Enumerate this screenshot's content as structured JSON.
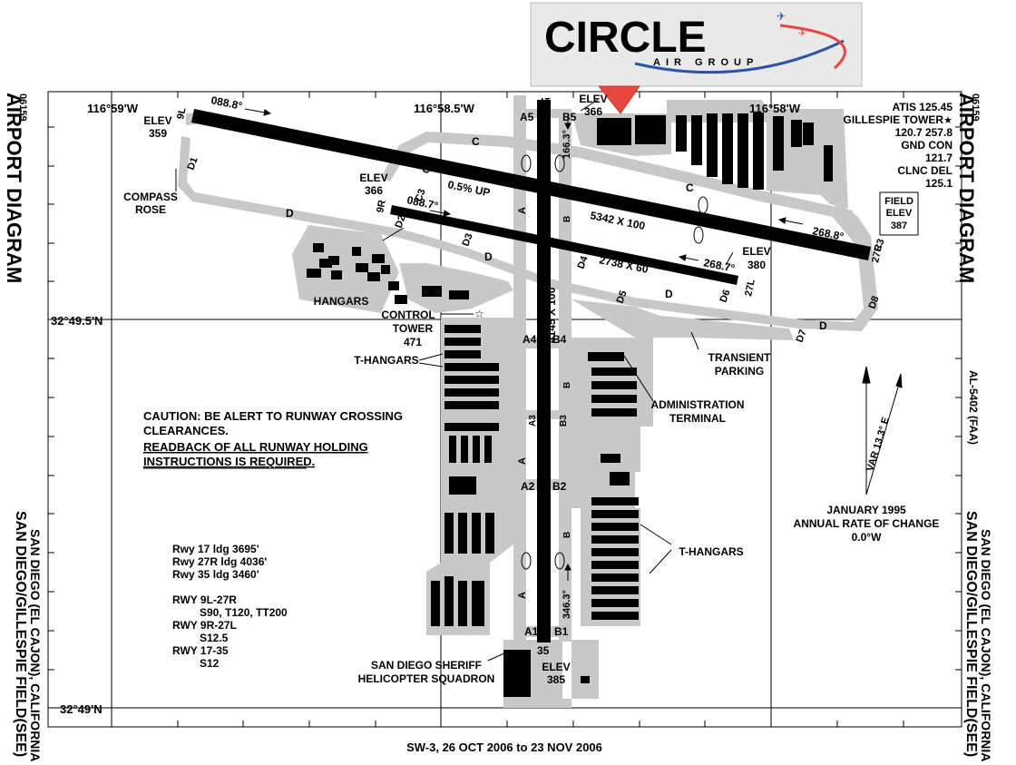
{
  "logo": {
    "name": "CIRCLE",
    "sub": "AIR GROUP"
  },
  "header": {
    "code_left": "06159",
    "code_right": "06159",
    "title_left": "AIRPORT DIAGRAM",
    "title_right": "AIRPORT DIAGRAM",
    "faa_ref": "AL-5402 (FAA)",
    "location_left": "SAN DIEGO/GILLESPIE FIELD(SEE)",
    "location_left2": "SAN DIEGO (EL CAJON), CALIFORNIA",
    "location_right": "SAN DIEGO/GILLESPIE FIELD(SEE)",
    "location_right2": "SAN DIEGO (EL CAJON), CALIFORNIA"
  },
  "coordinates": {
    "lon1": "116°59'W",
    "lon2": "116°58.5'W",
    "lon3": "116°58'W",
    "lat1": "32°49.5'N",
    "lat2": "32°49'N"
  },
  "frequencies": {
    "atis": "ATIS 125.45",
    "tower": "GILLESPIE TOWER",
    "tower_freqs": "120.7 257.8",
    "gnd_label": "GND CON",
    "gnd_freq": "121.7",
    "clnc_label": "CLNC DEL",
    "clnc_freq": "125.1"
  },
  "field_elevation": {
    "label1": "FIELD",
    "label2": "ELEV",
    "value": "387"
  },
  "elevations": {
    "e359_label": "ELEV",
    "e359": "359",
    "e366a_label": "ELEV",
    "e366a": "366",
    "e366b_label": "ELEV",
    "e366b": "366",
    "e380_label": "ELEV",
    "e380": "380",
    "e385_label": "ELEV",
    "e385": "385"
  },
  "runways": {
    "r9r_27l": {
      "dims": "2738 X 60",
      "hdg_west": "088.7°",
      "hdg_east": "268.7°",
      "end_w": "9R",
      "end_e": "27L"
    },
    "r9l_27r": {
      "dims": "5342 X 100",
      "hdg_west": "088.8°",
      "hdg_east": "268.8°",
      "end_w": "9L",
      "end_e": "27R",
      "slope": "0.5% UP"
    },
    "r17_35": {
      "dims": "4145 X 100",
      "hdg_north": "166.3°",
      "hdg_south": "346.3°",
      "end_n": "17",
      "end_s": "35"
    }
  },
  "taxiways": {
    "A": "A",
    "B": "B",
    "C": "C",
    "D": "D",
    "A1": "A1",
    "A2": "A2",
    "A3": "A3",
    "A4": "A4",
    "A5": "A5",
    "B1": "B1",
    "B2": "B2",
    "B3": "B3",
    "B4": "B4",
    "B5": "B5",
    "C2": "C2",
    "C3": "C3",
    "C3e": "C3",
    "D1": "D1",
    "D2": "D2",
    "D3": "D3",
    "D4": "D4",
    "D5": "D5",
    "D6": "D6",
    "D7": "D7",
    "D8": "D8"
  },
  "labels": {
    "compass_rose1": "COMPASS",
    "compass_rose2": "ROSE",
    "hangars": "HANGARS",
    "control1": "CONTROL",
    "control2": "TOWER",
    "control3": "471",
    "thangars_left": "T-HANGARS",
    "thangars_right": "T-HANGARS",
    "transient1": "TRANSIENT",
    "transient2": "PARKING",
    "admin1": "ADMINISTRATION",
    "admin2": "TERMINAL",
    "sheriff1": "SAN DIEGO SHERIFF",
    "sheriff2": "HELICOPTER SQUADRON"
  },
  "caution": {
    "line1": "CAUTION: BE ALERT TO RUNWAY CROSSING",
    "line2": "CLEARANCES.",
    "line3": "READBACK OF ALL RUNWAY HOLDING",
    "line4": "INSTRUCTIONS IS REQUIRED."
  },
  "landing_distances": {
    "line1": "Rwy 17 ldg 3695'",
    "line2": "Rwy 27R ldg 4036'",
    "line3": "Rwy 35 ldg 3460'"
  },
  "weight_bearing": {
    "r1": "RWY 9L-27R",
    "r1v": "S90, T120, TT200",
    "r2": "RWY 9R-27L",
    "r2v": "S12.5",
    "r3": "RWY 17-35",
    "r3v": "S12"
  },
  "variation": {
    "var": "VAR 13.3° E",
    "date": "JANUARY 1995",
    "rate_label": "ANNUAL RATE OF CHANGE",
    "rate": "0.0°W"
  },
  "footer": {
    "validity": "SW-3, 26 OCT 2006 to 23 NOV 2006"
  },
  "colors": {
    "taxi": "#c8c8c8",
    "logo_red": "#e8473f",
    "logo_blue": "#2b53a8"
  }
}
